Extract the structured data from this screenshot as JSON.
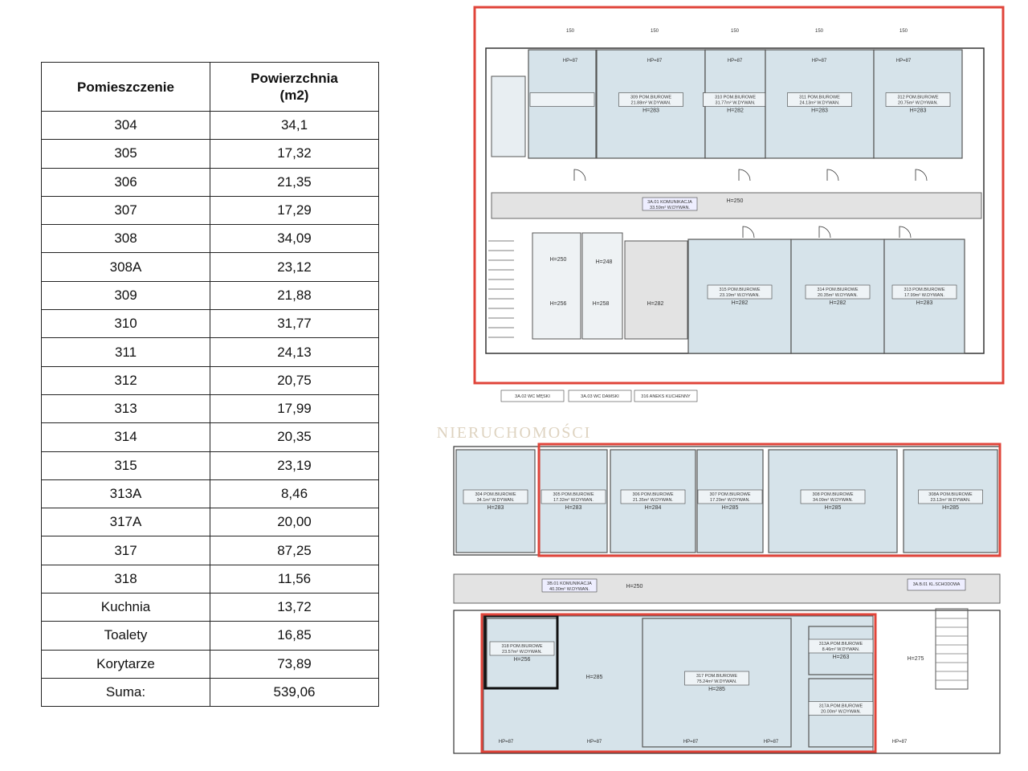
{
  "table": {
    "headers": [
      "Pomieszczenie",
      "Powierzchnia (m2)"
    ],
    "rows": [
      {
        "room": "304",
        "area": "34,1"
      },
      {
        "room": "305",
        "area": "17,32"
      },
      {
        "room": "306",
        "area": "21,35"
      },
      {
        "room": "307",
        "area": "17,29"
      },
      {
        "room": "308",
        "area": "34,09"
      },
      {
        "room": "308A",
        "area": "23,12"
      },
      {
        "room": "309",
        "area": "21,88"
      },
      {
        "room": "310",
        "area": "31,77"
      },
      {
        "room": "311",
        "area": "24,13"
      },
      {
        "room": "312",
        "area": "20,75"
      },
      {
        "room": "313",
        "area": "17,99"
      },
      {
        "room": "314",
        "area": "20,35"
      },
      {
        "room": "315",
        "area": "23,19"
      },
      {
        "room": "313A",
        "area": "8,46"
      },
      {
        "room": "317A",
        "area": "20,00"
      },
      {
        "room": "317",
        "area": "87,25"
      },
      {
        "room": "318",
        "area": "11,56"
      },
      {
        "room": "Kuchnia",
        "area": "13,72"
      },
      {
        "room": "Toalety",
        "area": "16,85"
      },
      {
        "room": "Korytarze",
        "area": "73,89"
      },
      {
        "room": "Suma:",
        "area": "539,06"
      }
    ]
  },
  "watermark": "NIERUCHOMOŚCI",
  "plan": {
    "highlight_color": "#e0443a",
    "room_fill": "#d6e3ea",
    "corridor_fill": "#e3e3e3",
    "upper_rooms": [
      {
        "code": "309",
        "label": "309 POM.BIUROWE",
        "area": "21.88m² W.DYWAN.",
        "h": "H=283"
      },
      {
        "code": "310",
        "label": "310 POM.BIUROWE",
        "area": "31.77m² W.DYWAN.",
        "h": "H=282"
      },
      {
        "code": "311",
        "label": "311 POM.BIUROWE",
        "area": "24.13m² W.DYWAN.",
        "h": "H=283"
      },
      {
        "code": "312",
        "label": "312 POM.BIUROWE",
        "area": "20.75m² W.DYWAN.",
        "h": "H=283"
      }
    ],
    "upper_lower_rooms": [
      {
        "code": "315",
        "label": "315 POM.BIUROWE",
        "area": "23.19m² W.DYWAN.",
        "h": "H=282"
      },
      {
        "code": "314",
        "label": "314 POM.BIUROWE",
        "area": "20.35m² W.DYWAN.",
        "h": "H=282"
      },
      {
        "code": "313",
        "label": "313 POM.BIUROWE",
        "area": "17.99m² W.DYWAN.",
        "h": "H=283"
      }
    ],
    "corridor_upper": {
      "label": "3A.01 KOMUNIKACJA",
      "area": "33.59m² W.DYWAN.",
      "h": "H=250"
    },
    "service_labels": [
      "3A.02 WC MĘSKI",
      "3A.03 WC DAMSKI",
      "316 ANEKS KUCHENNY"
    ],
    "middle_rooms": [
      {
        "code": "304",
        "label": "304 POM.BIUROWE",
        "area": "34.1m² W.DYWAN.",
        "h": "H=283"
      },
      {
        "code": "305",
        "label": "305 POM.BIUROWE",
        "area": "17.32m² W.DYWAN.",
        "h": "H=283"
      },
      {
        "code": "306",
        "label": "306 POM.BIUROWE",
        "area": "21.35m² W.DYWAN.",
        "h": "H=284"
      },
      {
        "code": "307",
        "label": "307 POM.BIUROWE",
        "area": "17.29m² W.DYWAN.",
        "h": "H=285"
      },
      {
        "code": "308",
        "label": "308 POM.BIUROWE",
        "area": "34.09m² W.DYWAN.",
        "h": "H=285"
      },
      {
        "code": "308A",
        "label": "308A POM.BIUROWE",
        "area": "23.12m² W.DYWAN.",
        "h": "H=285"
      }
    ],
    "corridor_middle": {
      "label": "3B.01 KOMUNIKACJA",
      "area": "40.30m² W.DYWAN.",
      "h": "H=250"
    },
    "lower_rooms": [
      {
        "code": "318",
        "label": "318 POM.BIUROWE",
        "area": "23.57m² W.DYWAN.",
        "h": "H=256"
      },
      {
        "code": "317",
        "label": "317 POM.BIUROWE",
        "area": "75.24m² W.DYWAN.",
        "h": "H=285"
      },
      {
        "code": "313A",
        "label": "313A POM.BIUROWE",
        "area": "8.46m² W.DYWAN.",
        "h": "H=263"
      },
      {
        "code": "317A",
        "label": "317A POM.BIUROWE",
        "area": "20.00m² W.DYWAN.",
        "h": ""
      }
    ],
    "stair_label": "3A.B.01 KL.SCHODOWA"
  }
}
